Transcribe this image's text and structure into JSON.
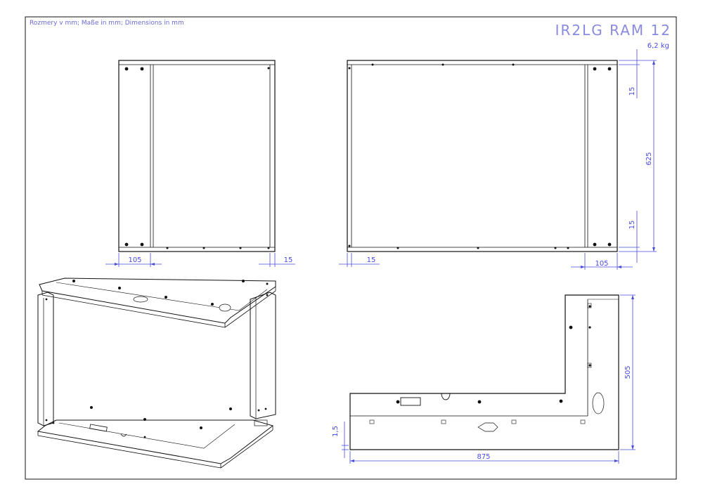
{
  "header": {
    "units_note": "Rozmery v mm; Maße in mm; Dimensions in mm",
    "title": "IR2LG RAM 12",
    "weight": "6,2 kg"
  },
  "dimensions": {
    "front_left_width": "105",
    "front_right_offset": "15",
    "rear_left_offset": "15",
    "rear_right_width": "105",
    "rear_top_offset": "15",
    "rear_height": "625",
    "rear_bottom_offset": "15",
    "base_depth": "505",
    "base_thickness": "1,5",
    "base_width": "875"
  },
  "colors": {
    "line": "#111111",
    "dimension": "#4a4ae0",
    "title": "#8a8ae0"
  }
}
